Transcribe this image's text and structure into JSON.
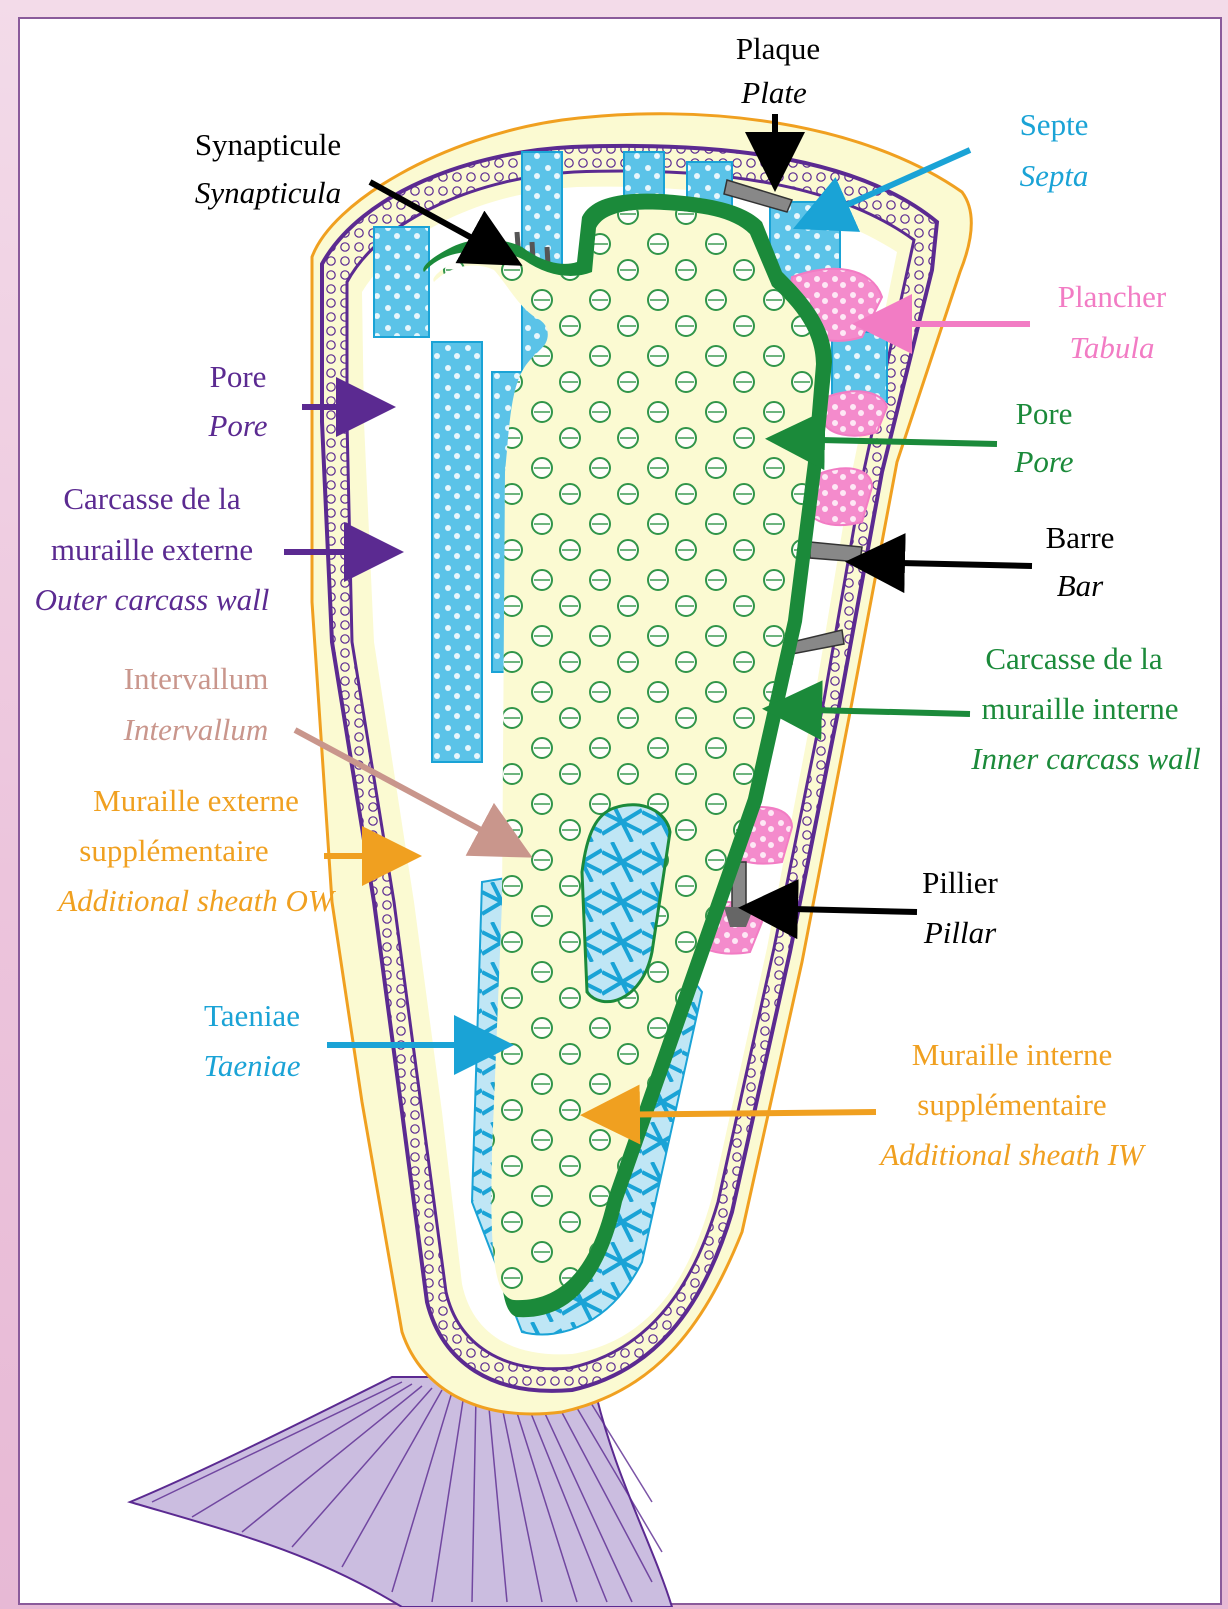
{
  "colors": {
    "background": "#f2d6e8",
    "black": "#000000",
    "purple": "#5b2a91",
    "green": "#1b8a3a",
    "blue": "#1aa3d6",
    "pink": "#f27cc4",
    "tan": "#c9968c",
    "orange": "#f0a020",
    "cream": "#fafac8",
    "stalk": "#c9b9dc"
  },
  "labels": {
    "plaque": {
      "fr": "Plaque",
      "en": "Plate"
    },
    "septe": {
      "fr": "Septe",
      "en": "Septa"
    },
    "synapticule": {
      "fr": "Synapticule",
      "en": "Synapticula"
    },
    "plancher": {
      "fr": "Plancher",
      "en": "Tabula"
    },
    "pore_outer": {
      "fr": "Pore",
      "en": "Pore"
    },
    "pore_inner": {
      "fr": "Pore",
      "en": "Pore"
    },
    "outer_carcass": {
      "fr1": "Carcasse de la",
      "fr2": "muraille externe",
      "en": "Outer carcass wall"
    },
    "barre": {
      "fr": "Barre",
      "en": "Bar"
    },
    "inner_carcass": {
      "fr1": "Carcasse de la",
      "fr2": "muraille interne",
      "en": "Inner carcass wall"
    },
    "intervallum": {
      "fr": "Intervallum",
      "en": "Intervallum"
    },
    "outer_sheath": {
      "fr1": "Muraille externe",
      "fr2": "supplémentaire",
      "en": "Additional sheath OW"
    },
    "pillier": {
      "fr": "Pillier",
      "en": "Pillar"
    },
    "taeniae": {
      "fr": "Taeniae",
      "en": "Taeniae"
    },
    "inner_sheath": {
      "fr1": "Muraille interne",
      "fr2": "supplémentaire",
      "en": "Additional sheath IW"
    }
  }
}
